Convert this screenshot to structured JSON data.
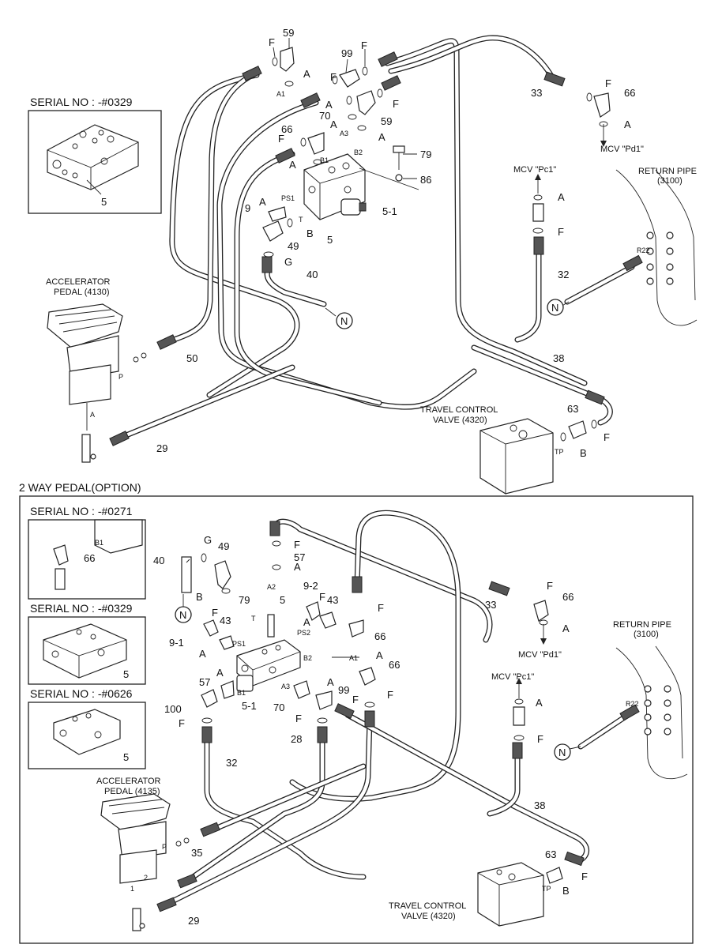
{
  "top": {
    "serial_box": {
      "title": "SERIAL NO : -#0329",
      "part": "5"
    },
    "accelerator": {
      "line1": "ACCELERATOR",
      "line2": "PEDAL (4130)",
      "port_p": "P",
      "port_a": "A"
    },
    "travel_valve": {
      "line1": "TRAVEL CONTROL",
      "line2": "VALVE (4320)",
      "port": "TP"
    },
    "return_pipe": {
      "line1": "RETURN PIPE",
      "line2": "(3100)",
      "port": "R22"
    },
    "mcv_pc1": "MCV \"Pc1\"",
    "mcv_pd1": "MCV \"Pd1\"",
    "ports": {
      "a1": "A1",
      "b1": "B1",
      "a3": "A3",
      "b2": "B2",
      "ps1": "PS1",
      "t": "T"
    },
    "labels": {
      "l59a": "59",
      "lF1": "F",
      "lA1": "A",
      "l99": "99",
      "lF2": "F",
      "lF3": "F",
      "lA2": "A",
      "l70": "70",
      "lA3": "A",
      "l59b": "59",
      "lF4": "F",
      "l66a": "66",
      "lF5": "F",
      "lA4": "A",
      "lA5": "A",
      "l79": "79",
      "l86": "86",
      "l9": "9",
      "lA6": "A",
      "l51": "5-1",
      "l49": "49",
      "lB": "B",
      "l5": "5",
      "lG": "G",
      "l40": "40",
      "l33": "33",
      "lF6": "F",
      "l66b": "66",
      "lA7": "A",
      "lA8": "A",
      "lF7": "F",
      "l32": "32",
      "l50": "50",
      "l38": "38",
      "l63": "63",
      "lF8": "F",
      "lB2": "B",
      "l29": "29",
      "lN1": "N",
      "lN2": "N"
    }
  },
  "bottom": {
    "heading": "2 WAY PEDAL(OPTION)",
    "serial1": {
      "title": "SERIAL NO : -#0271",
      "port": "B1",
      "part": "66"
    },
    "serial2": {
      "title": "SERIAL NO : -#0329",
      "part": "5"
    },
    "serial3": {
      "title": "SERIAL NO : -#0626",
      "part": "5"
    },
    "accelerator": {
      "line1": "ACCELERATOR",
      "line2": "PEDAL (4135)",
      "port_p": "P",
      "port_1": "1",
      "port_2": "2"
    },
    "travel_valve": {
      "line1": "TRAVEL CONTROL",
      "line2": "VALVE (4320)",
      "port": "TP"
    },
    "return_pipe": {
      "line1": "RETURN PIPE",
      "line2": "(3100)",
      "port": "R22"
    },
    "mcv_pc1": "MCV \"Pc1\"",
    "mcv_pd1": "MCV \"Pd1\"",
    "ports": {
      "a2": "A2",
      "t": "T",
      "ps1": "PS1",
      "ps2": "PS2",
      "b2": "B2",
      "a1": "A1",
      "b1": "B1",
      "a3": "A3"
    },
    "labels": {
      "l40": "40",
      "lG": "G",
      "l49": "49",
      "lB": "B",
      "lN1": "N",
      "lF1": "F",
      "l57a": "57",
      "lA1": "A",
      "l79": "79",
      "l5": "5",
      "l92": "9-2",
      "lF2": "F",
      "l43a": "43",
      "lF3": "F",
      "lA2": "A",
      "l66a": "66",
      "l91": "9-1",
      "lF4": "F",
      "l43b": "43",
      "lA3": "A",
      "lA4": "A",
      "l66b": "66",
      "l57b": "57",
      "lA5": "A",
      "l100": "100",
      "lF5": "F",
      "l51": "5-1",
      "l70": "70",
      "lA6": "A",
      "l99": "99",
      "lF6": "F",
      "lF7": "F",
      "lF8": "F",
      "l28": "28",
      "l32": "32",
      "l33": "33",
      "lF9": "F",
      "l66c": "66",
      "lA7": "A",
      "lA8": "A",
      "lF10": "F",
      "l35": "35",
      "l29": "29",
      "l38": "38",
      "l63": "63",
      "lF11": "F",
      "lB2": "B",
      "lN2": "N"
    }
  }
}
